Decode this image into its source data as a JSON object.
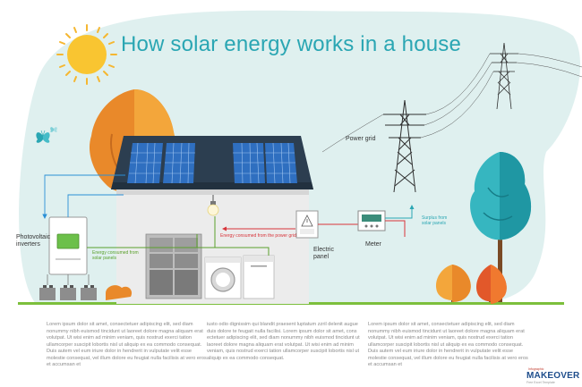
{
  "title": "How solar energy works in a house",
  "labels": {
    "photovoltaic_inverters": "Photovoltaic inverters",
    "power_grid": "Power grid",
    "energy_consumed_solar": "Energy consumed from solar panels",
    "energy_consumed_grid": "Energy consumed from the power grid",
    "electric_panel": "Electric panel",
    "meter": "Meter",
    "surplus": "Surplus from solar panels"
  },
  "paragraphs": [
    "Lorem ipsum dolor sit amet, consectetuer adipiscing elit, sed diam nonummy nibh euismod tincidunt ut laoreet dolore magna aliquam erat volutpat. Ut wisi enim ad minim veniam, quis nostrud exerci tation ullamcorper suscipit lobortis nisl ut aliquip ex ea commodo consequat. Duis autem vel eum iriure dolor in hendrerit in vulputate velit esse molestie consequat, vel illum dolore eu feugiat nulla facilisis at vero eros et accumsan et",
    "iusto odio dignissim qui blandit praesent luptatum zzril delenit augue duis dolore te feugait nulla facilisi. Lorem ipsum dolor sit amet, cons ectetuer adipiscing elit, sed diam nonummy nibh euismod tincidunt ut laoreet dolore magna aliquam erat volutpat. Ut wisi enim ad minim veniam, quis nostrud exerci tation ullamcorper suscipit lobortis nisl ut aliquip ex ea commodo consequat.",
    "Lorem ipsum dolor sit amet, consectetuer adipiscing elit, sed diam nonummy nibh euismod tincidunt ut laoreet dolore magna aliquam erat volutpat. Ut wisi enim ad minim veniam, quis nostrud exerci tation ullamcorper suscipit lobortis nisl ut aliquip ex ea commodo consequat. Duis autem vel eum iriure dolor in hendrerit in vulputate velit esse molestie consequat, vel illum dolore eu feugiat nulla facilisis at vero eros et accumsan et"
  ],
  "logo": {
    "main": "MAKEOVER",
    "top": "Infographic",
    "sub": "Free Excel Template"
  },
  "colors": {
    "title": "#2aa6b3",
    "solar_flow": "#5aa02c",
    "grid_flow": "#d8343a",
    "surplus_flow": "#2aa6b3"
  }
}
